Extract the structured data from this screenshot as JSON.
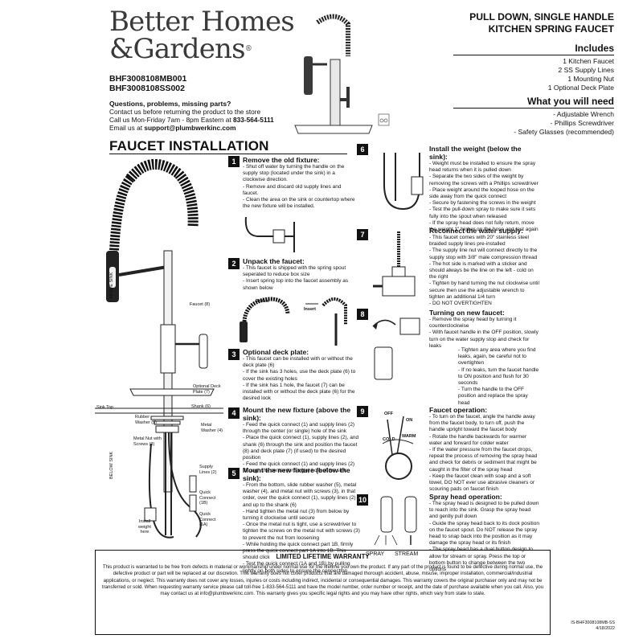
{
  "brand": {
    "line1": "Better Homes",
    "line2": "&Gardens",
    "reg": "®"
  },
  "product_title": {
    "line1": "PULL DOWN, SINGLE HANDLE",
    "line2": "KITCHEN SPRING FAUCET"
  },
  "models": [
    "BHF3008108MB001",
    "BHF3008108SS002"
  ],
  "contact": {
    "heading": "Questions, problems, missing parts?",
    "line1": "Contact us before returning the product to the store",
    "line2_prefix": "Call us Mon-Friday 7am - 8pm Eastern at ",
    "phone": "833-564-5111",
    "line3_prefix": "Email us at ",
    "email": "support@plumbwerkinc.com"
  },
  "includes": {
    "heading": "Includes",
    "items": [
      "1 Kitchen Faucet",
      "2 SS Supply Lines",
      "1 Mounting Nut",
      "1 Optional Deck Plate"
    ]
  },
  "need": {
    "heading": "What you will need",
    "items": [
      "- Adjustable Wrench",
      "- Phillips Screwdriver",
      "- Safety Glasses (recommended)"
    ]
  },
  "section_title": "FAUCET INSTALLATION",
  "diagram_labels": {
    "above_sink": "ABOVE SINK",
    "below_sink": "BELOW SINK",
    "sink_top": "Sink Top",
    "faucet": "Faucet (8)",
    "optional_deck_plate": "Optional Deck Plate (7)",
    "shank": "Shank (6)",
    "rubber_washer": "Rubber Washer (5)",
    "metal_washer": "Metal Washer (4)",
    "metal_nut": "Metal Nut with Screws (3)",
    "supply_lines": "Supply Lines (2)",
    "quick_connect_1b": "Quick Connect (1B)",
    "quick_connect_1a": "Quick Connect (1A)",
    "install_weight": "Install weight here"
  },
  "steps": [
    {
      "num": "1",
      "title": "Remove the old fixture:",
      "text": "- Shut off water by turning the handle on the supply stop (located under the sink) in a clockwise direction.\n- Remove and discard old supply lines and faucet.\n- Clean the area on the sink or countertop where the new fixture will be installed."
    },
    {
      "num": "2",
      "title": "Unpack the faucet:",
      "text": "- This faucet is shipped with the spring spout seperated to reduce box size\n- Insert spring top into the faucet assembly as shown below",
      "rotate": "Rotate",
      "insert": "Insert"
    },
    {
      "num": "3",
      "title": "Optional deck plate:",
      "text": "- This faucet can be installed with or without the deck plate (6)\n- If the sink has 3 holes, use the deck plate (6) to cover the existing holes\n- If the sink has 1 hole, the faucet (7) can be installed with or without the deck plate (6) for the desired look"
    },
    {
      "num": "4",
      "title": "Mount the new fixture (above the sink):",
      "text": "- Feed the quick connect (1) and supply lines (2) through the center (or single) hole of the sink\n- Place the quick connect (1), supply lines (2), and shank (6) through the sink and position the faucet (8) and deck plate (7) (if used) to the desired position\n- Feed the quick connect (1) and supply lines (2) through the center (or single) hole of the sink"
    },
    {
      "num": "5",
      "title": "Mount the new fixture (below the sink):",
      "text": "- From the bottom, slide rubber washer (5), metal washer (4), and metal nut with screws (3), in that order, over the quick connect (1), supply lines (2) and up to the shank (6)\n- Hand tighten the metal nut (3) from below by turning it clockwise until secure\n- Once the metal nut is tight, use a screwdriver to tighten the screws on the metal nut with screws (3) to prevent the nut from loosening\n- While holding the quick connect part 1B, firmly press the quick connect part 1A into 1B. This should click\n- Test the quick connect (1A and 1B) by pulling lightly on both sides to ensure the connection"
    },
    {
      "num": "6",
      "title": "Install the weight (below the sink):",
      "text": "- Weight must be installed to ensure the spray head returns when it is pulled down\n- Separate the two sides of the weight by removing the screws with a Phillips screwdriver\n- Place weight around the looped hose on the side away from the quick connect\n- Secure by fastening the screws in the weight\n- Test the pull-down spray to make sure it sets fully into the spout when released\n- If the spray head does not fully return, move the weight 1\" higher on the hose and test again"
    },
    {
      "num": "7",
      "title": "Reconnect the water supply:",
      "text": "- This faucet comes with 20\" stainless steel braided supply lines pre-installed\n- The supply line nut will connect directly to the supply stop with 3/8\" male compression thread\n- The hot side is marked with a sticker and should always be the line on the left - cold on the right\n- Tighten by hand turning the nut clockwise until secure then use the adjustable wrench to tighten an additional 1/4 turn\n- DO NOT OVERTIGHTEN"
    },
    {
      "num": "8",
      "title": "Turning on new faucet:",
      "text": "- Remove the spray head by turning it counterclockwise\n- With faucet handle in the OFF position, slowly turn on the water supply stop and check for leaks",
      "text2": "- Tighten any area where you find leaks, again, be careful not to overtighten\n- If no leaks, turn the faucet handle to ON position and flush for 30 seconds\n- Turn the handle to the OFF position and replace the spray head"
    },
    {
      "num": "9",
      "title": "Faucet operation:",
      "text": "- To turn on the faucet, angle the handle away from the faucet body, to turn off, push the handle upright toward the faucet body\n- Rotate the handle backwards for warmer water and forward for colder water\n- If the water pressure from the faucet drops, repeat the process of removing the spray head and check for debris or sediment that might be caught in the filter of the spray head\n- Keep the faucet clean with soap and a soft towel, DO NOT ever use abrasive cleaners or scouring pads on faucet finish",
      "off": "OFF",
      "on": "ON",
      "cold": "COLD",
      "warm": "WARM"
    },
    {
      "num": "10",
      "title": "Spray head operation:",
      "text": "- The spray head is designed to be pulled down to reach into the sink. Grasp the spray head and gently pull down\n- Guide the spray head back to its dock position on the faucet spout. Do NOT release the spray head to snap back into the position as it may damage the spray head or its finish\n- The spray head has a dual button design to allow for stream or spray. Press the top or bottom button to change between the two options",
      "spray": "SPRAY",
      "stream": "STREAM"
    }
  ],
  "warranty": {
    "title": "LIMITED LIFETIME WARRANTY",
    "text": "This product is warranted to be free from defects in material or workmanship under normal use for the lifetime you own the product. If any part of the product is found to be defective during normal use, the defective product or part will be replaced at our discretion. This warranty does not cover products that are damaged thorough accident, abuse, misuse, improper installation, commercial/industrial applications, or neglect. This warranty does not cover any losses, injuries or costs including indirect, incidental or consequential damages. This warranty covers the original purchaser only and may not be transferred or sold. When requesting warranty service please call toll-free 1-833-564-5111 and have the model number, order number or receipt, and the date of purchase available when you call. Also, you may contact us at info@plumbwerkinc.com. This warranty gives you specific legal rights and you may have other rights, which vary from state to state."
  },
  "doc_id": {
    "code": "IS-BHF3008108MB-SS",
    "date": "4/18/2022"
  },
  "colors": {
    "text": "#111111",
    "brand": "#3a3a3a"
  }
}
